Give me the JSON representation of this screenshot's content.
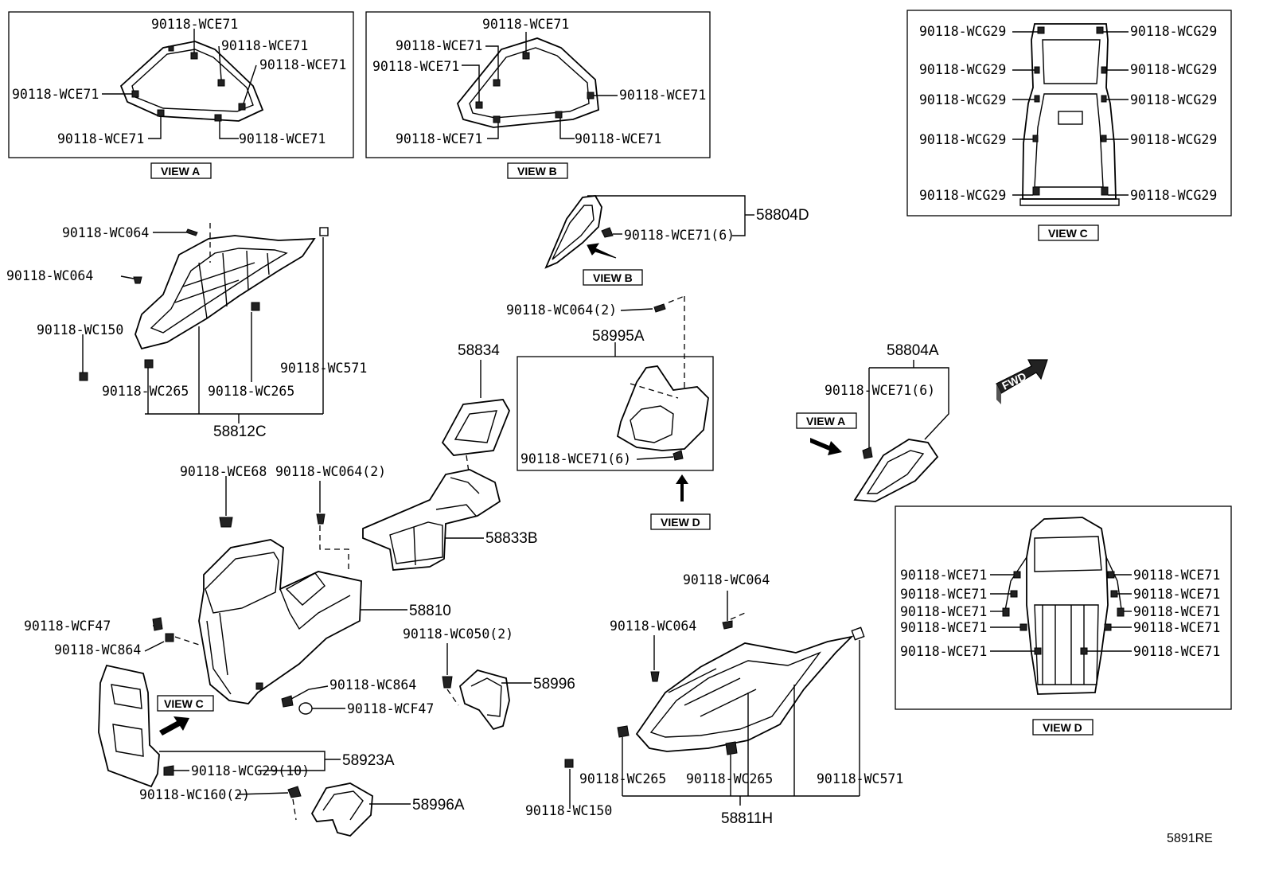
{
  "views": {
    "a": "VIEW A",
    "b": "VIEW B",
    "c": "VIEW C",
    "d": "VIEW D"
  },
  "fwd": "FWD",
  "ref_code": "5891RE",
  "labels": {
    "va_top": "90118-WCE71",
    "va_r1": "90118-WCE71",
    "va_r2": "90118-WCE71",
    "va_left": "90118-WCE71",
    "va_bl": "90118-WCE71",
    "va_br": "90118-WCE71",
    "vb_top": "90118-WCE71",
    "vb_l1": "90118-WCE71",
    "vb_l2": "90118-WCE71",
    "vb_right": "90118-WCE71",
    "vb_bl": "90118-WCE71",
    "vb_br": "90118-WCE71",
    "vc_l1": "90118-WCG29",
    "vc_l2": "90118-WCG29",
    "vc_l3": "90118-WCG29",
    "vc_l4": "90118-WCG29",
    "vc_l5": "90118-WCG29",
    "vc_r1": "90118-WCG29",
    "vc_r2": "90118-WCG29",
    "vc_r3": "90118-WCG29",
    "vc_r4": "90118-WCG29",
    "vc_r5": "90118-WCG29",
    "vd_l1": "90118-WCE71",
    "vd_l2": "90118-WCE71",
    "vd_l3": "90118-WCE71",
    "vd_l4": "90118-WCE71",
    "vd_l5": "90118-WCE71",
    "vd_r1": "90118-WCE71",
    "vd_r2": "90118-WCE71",
    "vd_r3": "90118-WCE71",
    "vd_r4": "90118-WCE71",
    "vd_r5": "90118-WCE71",
    "c_wc064_a": "90118-WC064",
    "c_wc064_b": "90118-WC064",
    "c_wc150": "90118-WC150",
    "c_wc265_a": "90118-WC265",
    "c_wc265_b": "90118-WC265",
    "c_wc571": "90118-WC571",
    "p_58812c": "58812C",
    "p_58804d": "58804D",
    "b_wce71_6": "90118-WCE71(6)",
    "m_wc064_2": "90118-WC064(2)",
    "p_58995a": "58995A",
    "m_wce71_6": "90118-WCE71(6)",
    "p_58834": "58834",
    "p_58833b": "58833B",
    "p_58804a": "58804A",
    "a_wce71_6": "90118-WCE71(6)",
    "k_wce68": "90118-WCE68",
    "k_wc064_2": "90118-WC064(2)",
    "p_58810": "58810",
    "k_wcf47_a": "90118-WCF47",
    "k_wc864_a": "90118-WC864",
    "k_wc864_b": "90118-WC864",
    "k_wcf47_b": "90118-WCF47",
    "k_wc050_2": "90118-WC050(2)",
    "p_58996": "58996",
    "p_58923a": "58923A",
    "k_wcg29_10": "90118-WCG29(10)",
    "k_wc160_2": "90118-WC160(2)",
    "p_58996a": "58996A",
    "h_wc064_a": "90118-WC064",
    "h_wc064_b": "90118-WC064",
    "h_wc265_a": "90118-WC265",
    "h_wc265_b": "90118-WC265",
    "h_wc571": "90118-WC571",
    "h_wc150": "90118-WC150",
    "p_58811h": "58811H"
  }
}
